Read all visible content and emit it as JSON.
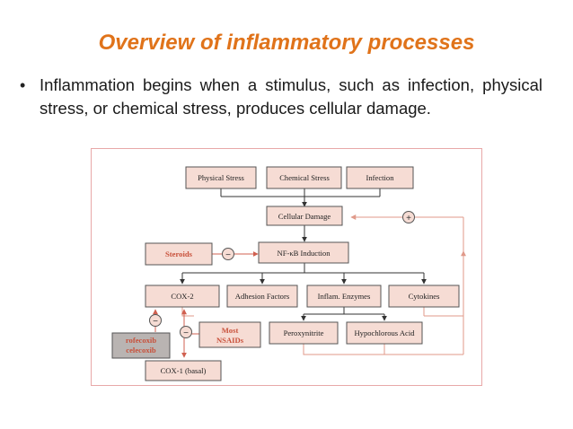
{
  "slide": {
    "title": "Overview of inflammatory processes",
    "bullet_marker": "•",
    "bullet_text": "Inflammation begins when a stimulus, such as infection, physical stress, or chemical stress, produces cellular damage."
  },
  "diagram": {
    "nodes": {
      "physical_stress": "Physical Stress",
      "chemical_stress": "Chemical Stress",
      "infection": "Infection",
      "cellular_damage": "Cellular Damage",
      "steroids": "Steroids",
      "nfkb_induction": "NF-κB Induction",
      "cox2": "COX-2",
      "adhesion_factors": "Adhesion Factors",
      "inflam_enzymes": "Inflam. Enzymes",
      "cytokines": "Cytokines",
      "peroxynitrite": "Peroxynitrite",
      "hypochlorous_acid": "Hypochlorous Acid",
      "most_nsaids_line1": "Most",
      "most_nsaids_line2": "NSAIDs",
      "rofecoxib": "rofecoxib",
      "celecoxib": "celecoxib",
      "cox1_basal": "COX-1 (basal)"
    },
    "signs": {
      "plus": "+",
      "minus": "−"
    },
    "colors": {
      "box_fill": "#f6dcd4",
      "box_stroke": "#555555",
      "arrow": "#333333",
      "feedback_arrow": "#e09a8a",
      "inhibit_arrow": "#d06050",
      "drug_text": "#c8503a",
      "frame": "#e8a8a8",
      "title": "#e0731a"
    }
  }
}
